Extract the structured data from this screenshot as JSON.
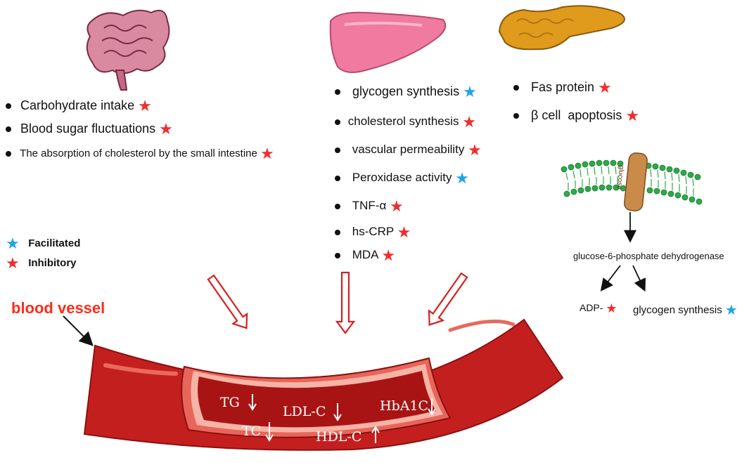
{
  "intestine": {
    "items": [
      {
        "label": "Carbohydrate intake",
        "effect": "inhibitory"
      },
      {
        "label": "Blood sugar fluctuations",
        "effect": "inhibitory"
      },
      {
        "label": "The absorption of cholesterol by the small intestine",
        "effect": "inhibitory"
      }
    ]
  },
  "liver": {
    "items": [
      {
        "label": "glycogen synthesis",
        "effect": "facilitated"
      },
      {
        "label": "cholesterol synthesis",
        "effect": "inhibitory"
      },
      {
        "label": "vascular permeability",
        "effect": "inhibitory"
      },
      {
        "label": "Peroxidase activity",
        "effect": "facilitated"
      },
      {
        "label": "TNF-α",
        "effect": "inhibitory"
      },
      {
        "label": "hs-CRP",
        "effect": "inhibitory"
      },
      {
        "label": "MDA",
        "effect": "inhibitory"
      }
    ]
  },
  "pancreas": {
    "items": [
      {
        "label": "Fas protein",
        "effect": "inhibitory"
      },
      {
        "label": "β cell  apoptosis",
        "effect": "inhibitory"
      }
    ]
  },
  "legend": {
    "facilitated": "Facilitated",
    "inhibitory": "Inhibitory"
  },
  "membrane": {
    "channel_label": "glucose",
    "enzyme": "glucose-6-phosphate dehydrogenase",
    "outputs": [
      {
        "label": "ADP-",
        "effect": "inhibitory"
      },
      {
        "label": "glycogen synthesis",
        "effect": "facilitated"
      }
    ]
  },
  "vessel": {
    "label": "blood vessel",
    "markers": [
      {
        "label": "TG",
        "direction": "down"
      },
      {
        "label": "LDL-C",
        "direction": "down"
      },
      {
        "label": "HbA1C",
        "direction": "down"
      },
      {
        "label": "TC",
        "direction": "down"
      },
      {
        "label": "HDL-C",
        "direction": "up"
      }
    ]
  },
  "colors": {
    "inhibitory_star": "#ee2e2e",
    "facilitated_star": "#1fa4e6",
    "vessel_dark": "#a81414",
    "vessel_mid": "#c41f1f",
    "vessel_light": "#f6b4a6",
    "label_red": "#ff2b16",
    "membrane_green": "#2fa84a",
    "channel": "#c98a4a"
  }
}
